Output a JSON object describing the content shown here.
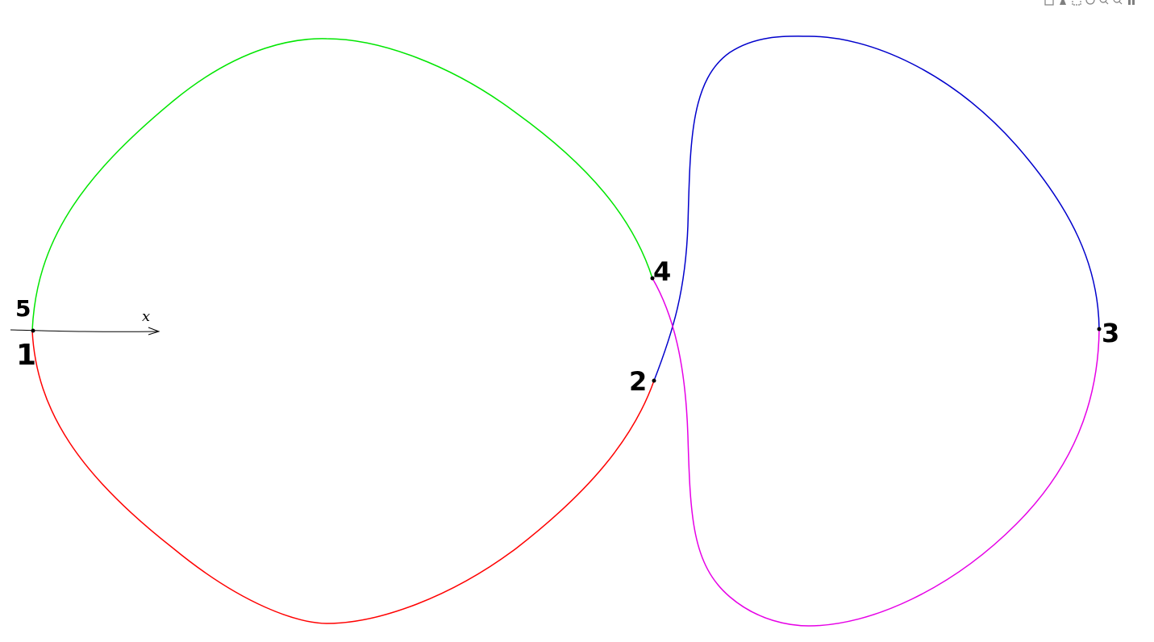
{
  "colors": {
    "top_left_arc": "#00e600",
    "bottom_left_arc": "#ff0000",
    "top_right_arc": "#0000cc",
    "bottom_right_arc": "#e600e6",
    "ink": "#000000"
  },
  "points": [
    {
      "id": "p1",
      "label": "1"
    },
    {
      "id": "p2",
      "label": "2"
    },
    {
      "id": "p3",
      "label": "3"
    },
    {
      "id": "p4",
      "label": "4"
    },
    {
      "id": "p5",
      "label": "5"
    }
  ],
  "axis": {
    "label": "x"
  },
  "toolbar": {
    "icons": [
      "home-icon",
      "pan-icon",
      "select-icon",
      "lasso-icon",
      "zoom-in-icon",
      "zoom-out-icon",
      "autoscale-icon"
    ]
  }
}
